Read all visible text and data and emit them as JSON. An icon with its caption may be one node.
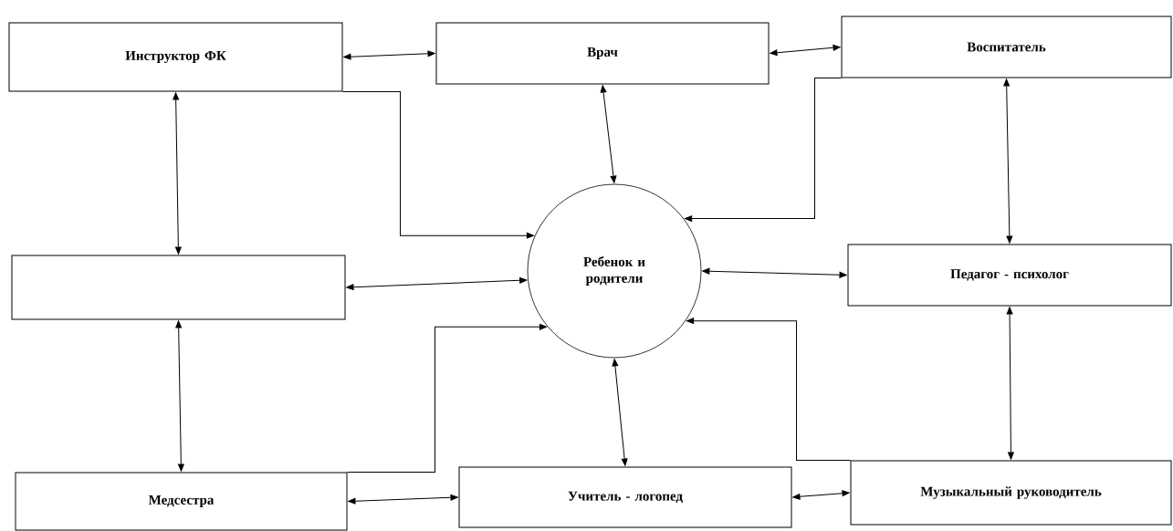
{
  "diagram": {
    "nodes": [
      {
        "text": [
          "Инструктор ФК"
        ]
      },
      {
        "text": [
          "Врач"
        ]
      },
      {
        "text": [
          "Воспитатель"
        ]
      },
      {
        "text": [],
        "shape": "box"
      },
      {
        "text": [
          "Ребенок и родители"
        ]
      },
      {
        "text": [
          "Педагог - психолог"
        ]
      },
      {
        "text": [
          "Медсестра"
        ]
      },
      {
        "text": [
          "Учитель - логопед"
        ]
      },
      {
        "text": [
          "Музыкальный руководитель"
        ]
      }
    ],
    "edges": [
      {
        "from": 0,
        "to": 1,
        "arrow": "both"
      },
      {
        "from": 1,
        "to": 2,
        "arrow": "both"
      },
      {
        "from": 0,
        "to": 3,
        "arrow": "both"
      },
      {
        "from": 1,
        "to": 4,
        "arrow": "both"
      },
      {
        "from": 2,
        "to": 5,
        "arrow": "both"
      },
      {
        "from": 0,
        "to": 4,
        "arrow": "to"
      },
      {
        "from": 2,
        "to": 4,
        "arrow": "to"
      },
      {
        "from": 3,
        "to": 4,
        "arrow": "both"
      },
      {
        "from": 4,
        "to": 5,
        "arrow": "both"
      },
      {
        "from": 3,
        "to": 6,
        "arrow": "both"
      },
      {
        "from": 6,
        "to": 4,
        "arrow": "to"
      },
      {
        "from": 5,
        "to": 8,
        "arrow": "both"
      },
      {
        "from": 8,
        "to": 4,
        "arrow": "to"
      },
      {
        "from": 4,
        "to": 7,
        "arrow": "both"
      },
      {
        "from": 6,
        "to": 7,
        "arrow": "both"
      },
      {
        "from": 7,
        "to": 8,
        "arrow": "both"
      }
    ]
  }
}
